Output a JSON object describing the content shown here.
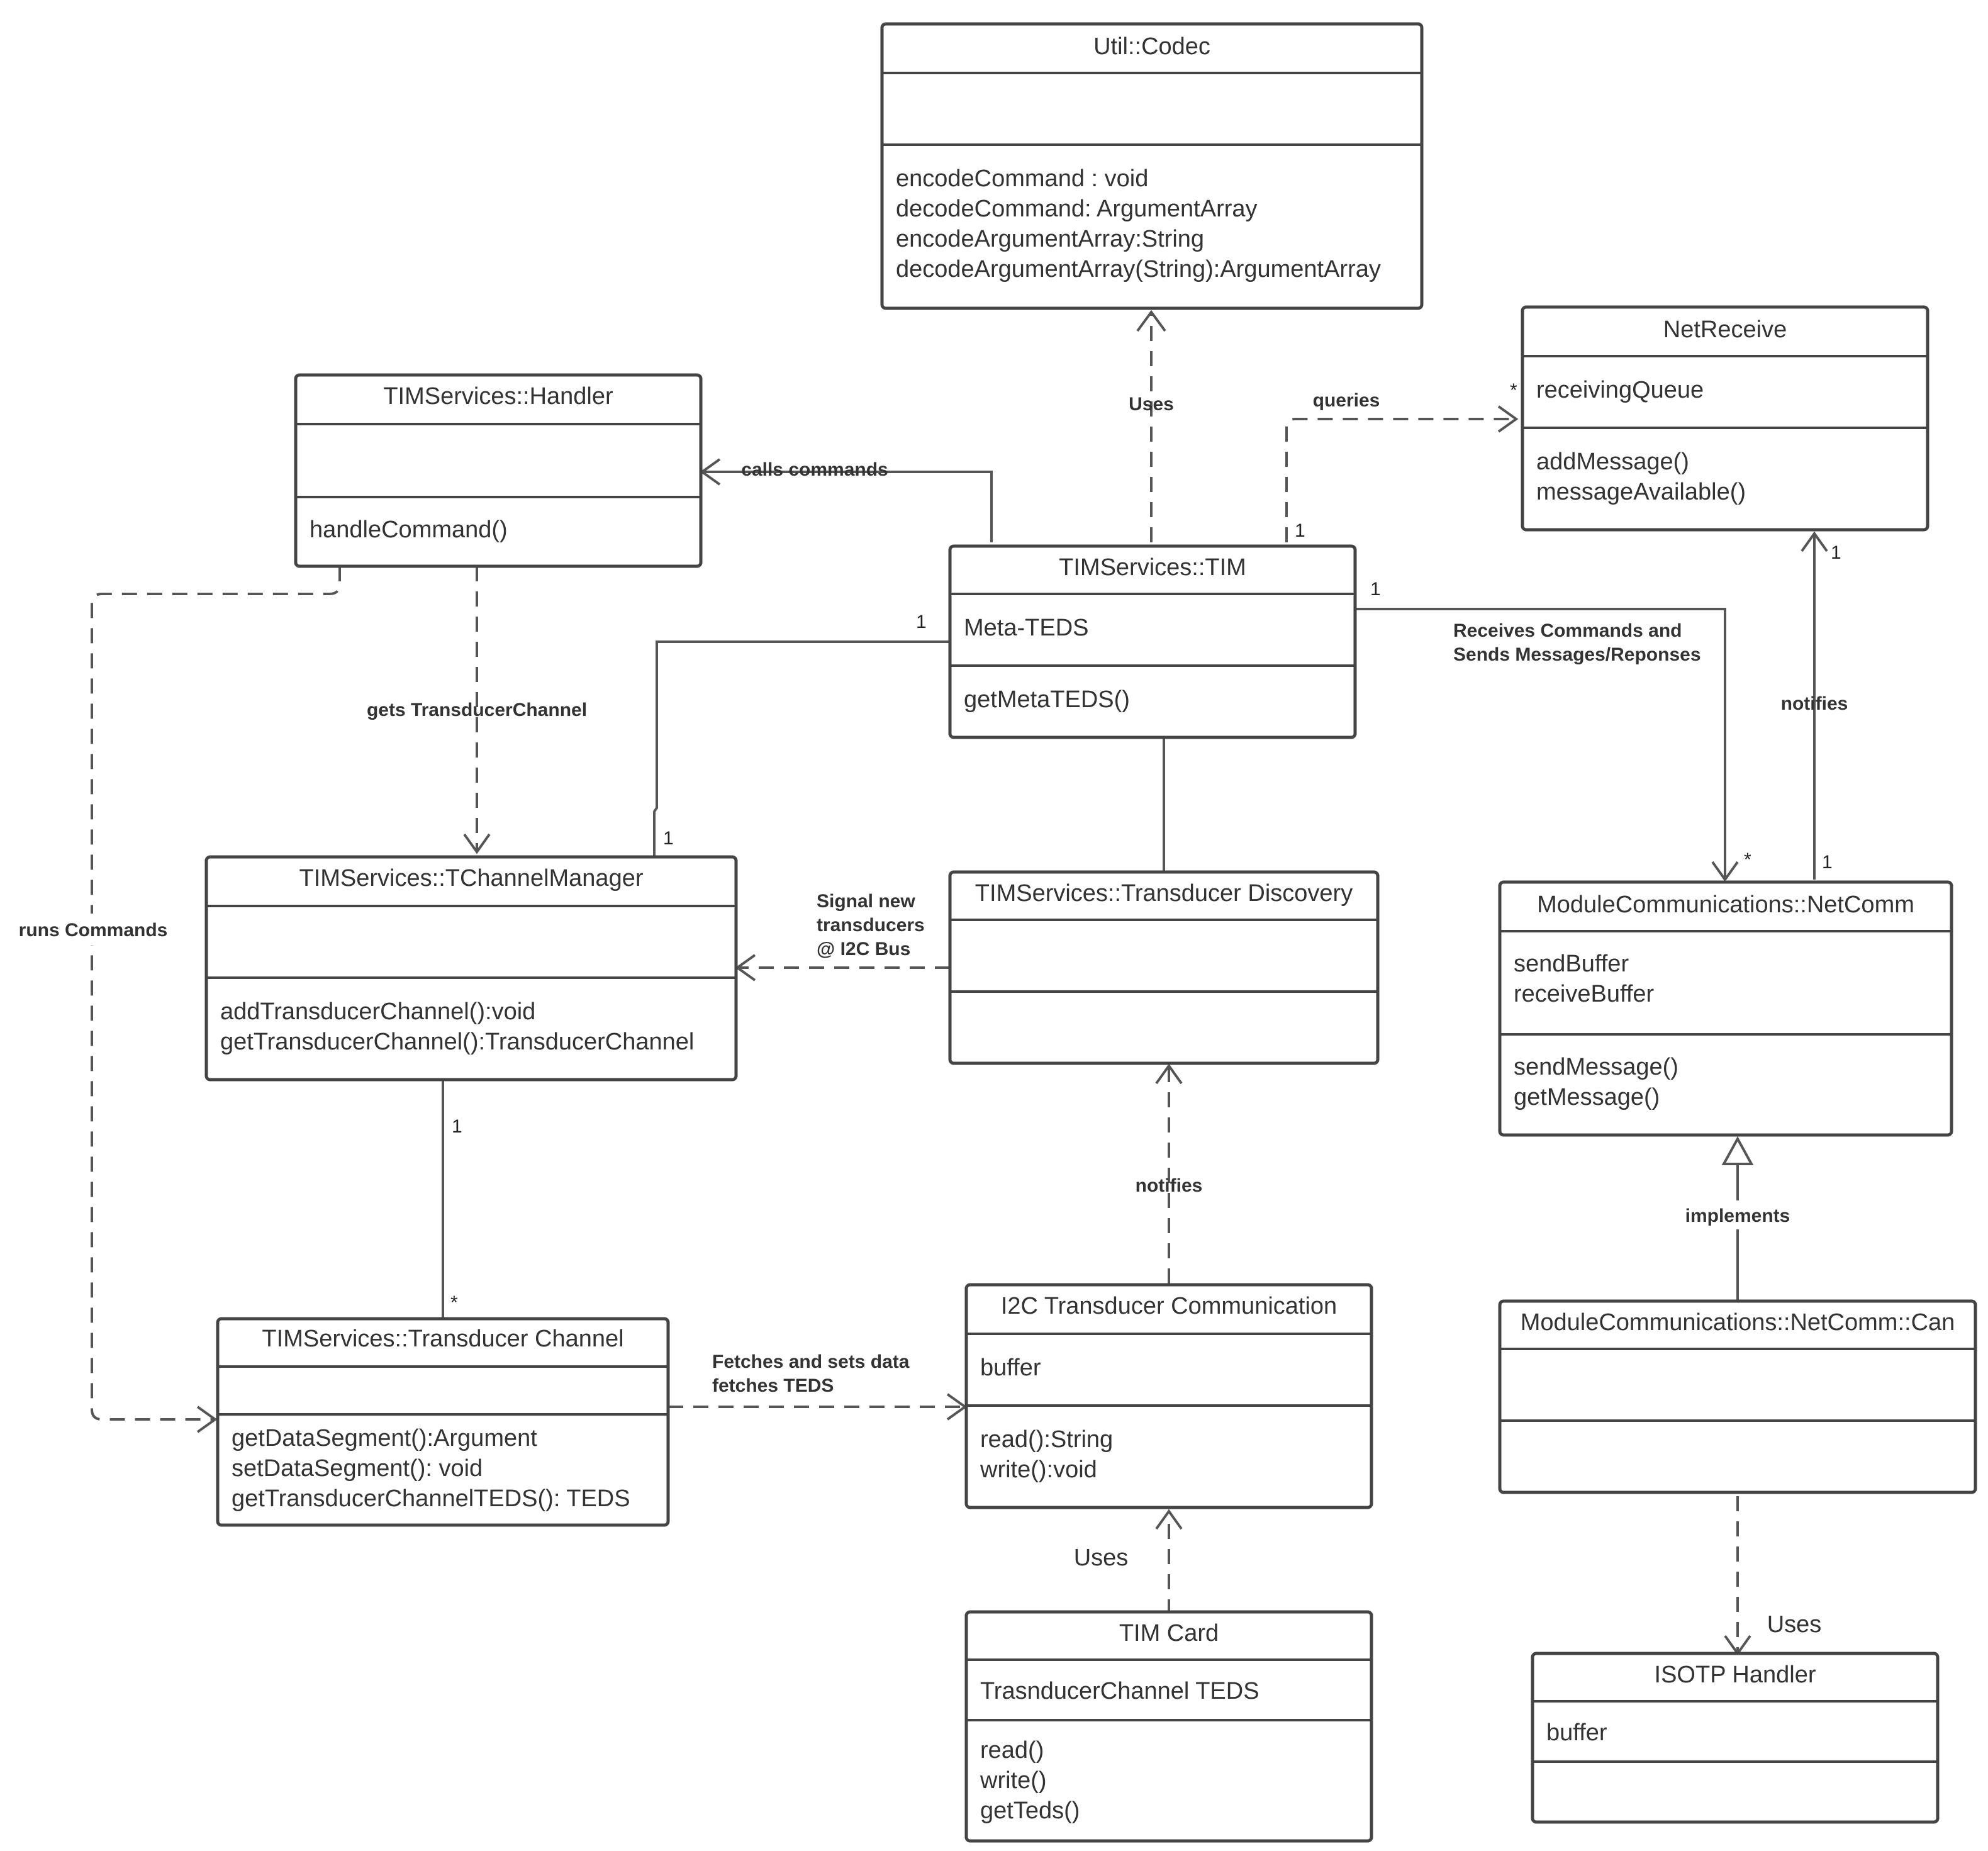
{
  "classes": {
    "util_codec": {
      "name": "Util::Codec",
      "attributes": [],
      "operations": [
        "encodeCommand : void",
        "decodeCommand: ArgumentArray",
        "encodeArgumentArray:String",
        "decodeArgumentArray(String):ArgumentArray"
      ]
    },
    "net_receive": {
      "name": "NetReceive",
      "attributes": [
        "receivingQueue"
      ],
      "operations": [
        "addMessage()",
        "messageAvailable()"
      ]
    },
    "handler": {
      "name": "TIMServices::Handler",
      "attributes": [],
      "operations": [
        "handleCommand()"
      ]
    },
    "tim": {
      "name": "TIMServices::TIM",
      "attributes": [
        "Meta-TEDS"
      ],
      "operations": [
        "getMetaTEDS()"
      ]
    },
    "tchannel_manager": {
      "name": "TIMServices::TChannelManager",
      "attributes": [],
      "operations": [
        "addTransducerChannel():void",
        "getTransducerChannel():TransducerChannel"
      ]
    },
    "transducer_discovery": {
      "name": "TIMServices::Transducer Discovery",
      "attributes": [],
      "operations": []
    },
    "net_comm": {
      "name": "ModuleCommunications::NetComm",
      "attributes": [
        "sendBuffer",
        "receiveBuffer"
      ],
      "operations": [
        "sendMessage()",
        "getMessage()"
      ]
    },
    "transducer_channel": {
      "name": "TIMServices::Transducer Channel",
      "attributes": [],
      "operations": [
        "getDataSegment():Argument",
        "setDataSegment(): void",
        "getTransducerChannelTEDS(): TEDS"
      ]
    },
    "i2c_comm": {
      "name": "I2C Transducer Communication",
      "attributes": [
        "buffer"
      ],
      "operations": [
        "read():String",
        "write():void"
      ]
    },
    "net_comm_can": {
      "name": "ModuleCommunications::NetComm::Can",
      "attributes": [],
      "operations": []
    },
    "tim_card": {
      "name": "TIM Card",
      "attributes": [
        "TrasnducerChannel TEDS"
      ],
      "operations": [
        "read()",
        "write()",
        "getTeds()"
      ]
    },
    "isotp_handler": {
      "name": "ISOTP Handler",
      "attributes": [
        "buffer"
      ],
      "operations": []
    }
  },
  "relations": {
    "tim_uses_codec": {
      "label": "Uses"
    },
    "tim_queries_netreceive": {
      "label": "queries",
      "mult_source": "1",
      "mult_target": "*"
    },
    "tim_calls_handler": {
      "label": "calls commands"
    },
    "tim_netcomm": {
      "label_line1": "Receives Commands and",
      "label_line2": "Sends Messages/Reponses",
      "mult_source": "1",
      "mult_target": "*"
    },
    "netcomm_notifies_netreceive": {
      "label": "notifies",
      "mult_source": "1",
      "mult_target": "1"
    },
    "handler_gets_channel": {
      "label": "gets TransducerChannel"
    },
    "handler_runs_commands": {
      "label": "runs Commands"
    },
    "tim_tchannelmanager": {
      "mult_source": "1",
      "mult_target": "1"
    },
    "discovery_signals_manager": {
      "label_line1": "Signal new",
      "label_line2": "transducers",
      "label_line3": "@ I2C Bus"
    },
    "manager_channel": {
      "mult_source": "1",
      "mult_target": "*"
    },
    "i2c_notifies_discovery": {
      "label": "notifies"
    },
    "can_implements_netcomm": {
      "label": "implements"
    },
    "channel_fetches_i2c": {
      "label_line1": "Fetches and sets data",
      "label_line2": "fetches TEDS"
    },
    "timcard_uses_i2c": {
      "label": "Uses"
    },
    "can_uses_isotp": {
      "label": "Uses"
    }
  }
}
